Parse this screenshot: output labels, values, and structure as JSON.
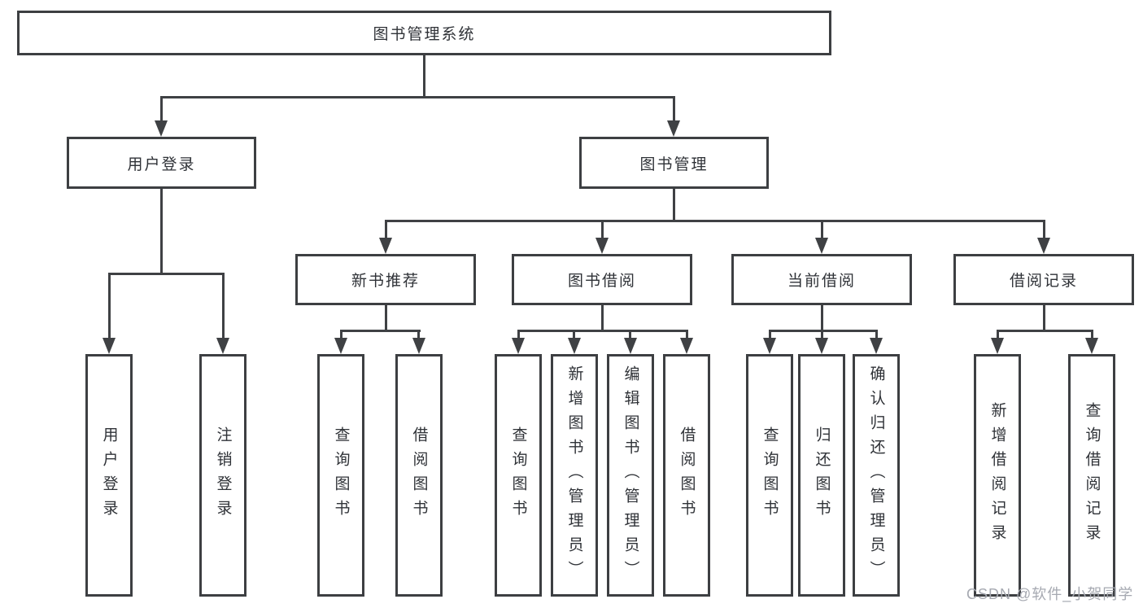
{
  "diagram": {
    "root": {
      "label": "图书管理系统"
    },
    "level2": [
      {
        "label": "用户登录"
      },
      {
        "label": "图书管理"
      }
    ],
    "level3": [
      {
        "label": "新书推荐"
      },
      {
        "label": "图书借阅"
      },
      {
        "label": "当前借阅"
      },
      {
        "label": "借阅记录"
      }
    ],
    "leaves": [
      {
        "label": "用户登录"
      },
      {
        "label": "注销登录"
      },
      {
        "label": "查询图书"
      },
      {
        "label": "借阅图书"
      },
      {
        "label": "查询图书"
      },
      {
        "label": "新增图书（管理员）"
      },
      {
        "label": "编辑图书（管理员）"
      },
      {
        "label": "借阅图书"
      },
      {
        "label": "查询图书"
      },
      {
        "label": "归还图书"
      },
      {
        "label": "确认归还（管理员）"
      },
      {
        "label": "新增借阅记录"
      },
      {
        "label": "查询借阅记录"
      }
    ]
  },
  "watermark": {
    "text": "CSDN @软件_小贺同学"
  },
  "colors": {
    "line": "#3f4144",
    "border": "#3d3f42",
    "text": "#2f3237",
    "watermark": "#a6a9b1",
    "background": "#ffffff"
  }
}
